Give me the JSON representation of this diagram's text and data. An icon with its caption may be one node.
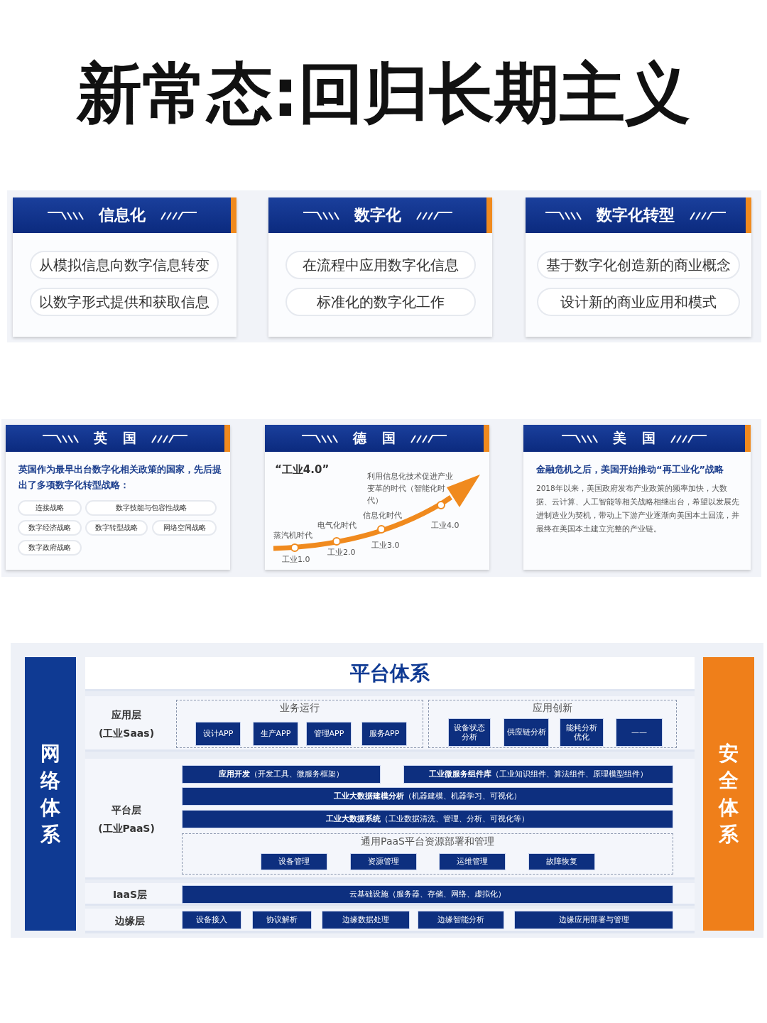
{
  "diagram": {
    "title": "新常态:回归长期主义",
    "nodes": [
      {
        "text": [
          "信息化"
        ]
      },
      {
        "text": [
          "从模拟信息向数字信息转变"
        ],
        "in": 0
      },
      {
        "text": [
          "以数字形式提供和获取信息"
        ],
        "in": 0
      },
      {
        "text": [
          "数字化"
        ]
      },
      {
        "text": [
          "在流程中应用数字化信息"
        ],
        "in": 3
      },
      {
        "text": [
          "标准化的数字化工作"
        ],
        "in": 3
      },
      {
        "text": [
          "数字化转型"
        ]
      },
      {
        "text": [
          "基于数字化创造新的商业概念"
        ],
        "in": 6
      },
      {
        "text": [
          "设计新的商业应用和模式"
        ],
        "in": 6
      },
      {
        "text": [
          "英国",
          "英国作为最早出台数字化相关政策的国家，先后提出了多项数字化转型战略："
        ]
      },
      {
        "text": [
          "连接战略"
        ],
        "in": 9
      },
      {
        "text": [
          "数字技能与包容性战略"
        ],
        "in": 9
      },
      {
        "text": [
          "数字经济战略"
        ],
        "in": 9
      },
      {
        "text": [
          "数字转型战略"
        ],
        "in": 9
      },
      {
        "text": [
          "网络空间战略"
        ],
        "in": 9
      },
      {
        "text": [
          "数字政府战略"
        ],
        "in": 9
      },
      {
        "text": [
          "德国",
          "“工业4.0”"
        ]
      },
      {
        "text": [
          "美国",
          "金融危机之后，美国开始推动“再工业化”战略",
          "2018年以来，美国政府发布产业政策的频率加快，大数据、云计算、人工智能等相关战略相继出台，希望以发展先进制造业为契机，带动上下游产业逐渐向美国本土回流，并最终在美国本土建立完整的产业链。"
        ]
      },
      {
        "text": [
          "网络体系"
        ]
      },
      {
        "text": [
          "平台体系"
        ]
      },
      {
        "text": [
          "安全体系"
        ]
      },
      {
        "text": [
          "应用层 (工业Saas)"
        ],
        "in": 19
      },
      {
        "text": [
          "业务运行"
        ],
        "in": 21
      },
      {
        "text": [
          "设计APP"
        ],
        "in": 22
      },
      {
        "text": [
          "生产APP"
        ],
        "in": 22
      },
      {
        "text": [
          "管理APP"
        ],
        "in": 22
      },
      {
        "text": [
          "服务APP"
        ],
        "in": 22
      },
      {
        "text": [
          "应用创新"
        ],
        "in": 21
      },
      {
        "text": [
          "设备状态分析"
        ],
        "in": 27
      },
      {
        "text": [
          "供应链分析"
        ],
        "in": 27
      },
      {
        "text": [
          "能耗分析优化"
        ],
        "in": 27
      },
      {
        "text": [
          "——"
        ],
        "in": 27
      },
      {
        "text": [
          "平台层 (工业PaaS)"
        ],
        "in": 19
      },
      {
        "text": [
          "**应用开发**（开发工具、微服务框架）"
        ],
        "in": 32
      },
      {
        "text": [
          "**工业微服务组件库**（工业知识组件、算法组件、原理模型组件）"
        ],
        "in": 32
      },
      {
        "text": [
          "**工业大数据建模分析**（机器建模、机器学习、可视化）"
        ],
        "in": 32
      },
      {
        "text": [
          "**工业大数据系统**（工业数据清洗、管理、分析、可视化等）"
        ],
        "in": 32
      },
      {
        "text": [
          "通用PaaS平台资源部署和管理"
        ],
        "in": 32
      },
      {
        "text": [
          "设备管理"
        ],
        "in": 37
      },
      {
        "text": [
          "资源管理"
        ],
        "in": 37
      },
      {
        "text": [
          "运维管理"
        ],
        "in": 37
      },
      {
        "text": [
          "故障恢复"
        ],
        "in": 37
      },
      {
        "text": [
          "IaaS层"
        ],
        "in": 19
      },
      {
        "text": [
          "云基础设施（服务器、存储、网络、虚拟化）"
        ],
        "in": 42
      },
      {
        "text": [
          "边缘层"
        ],
        "in": 19
      },
      {
        "text": [
          "设备接入"
        ],
        "in": 44
      },
      {
        "text": [
          "协议解析"
        ],
        "in": 44
      },
      {
        "text": [
          "边缘数据处理"
        ],
        "in": 44
      },
      {
        "text": [
          "边缘智能分析"
        ],
        "in": 44
      },
      {
        "text": [
          "边缘应用部署与管理"
        ],
        "in": 44
      }
    ],
    "labels": [
      "利用信息化技术促进产业变革的时代（智能化时代）",
      "蒸汽机时代",
      "电气化时代",
      "信息化时代",
      "工业1.0",
      "工业2.0",
      "工业3.0",
      "工业4.0"
    ]
  }
}
